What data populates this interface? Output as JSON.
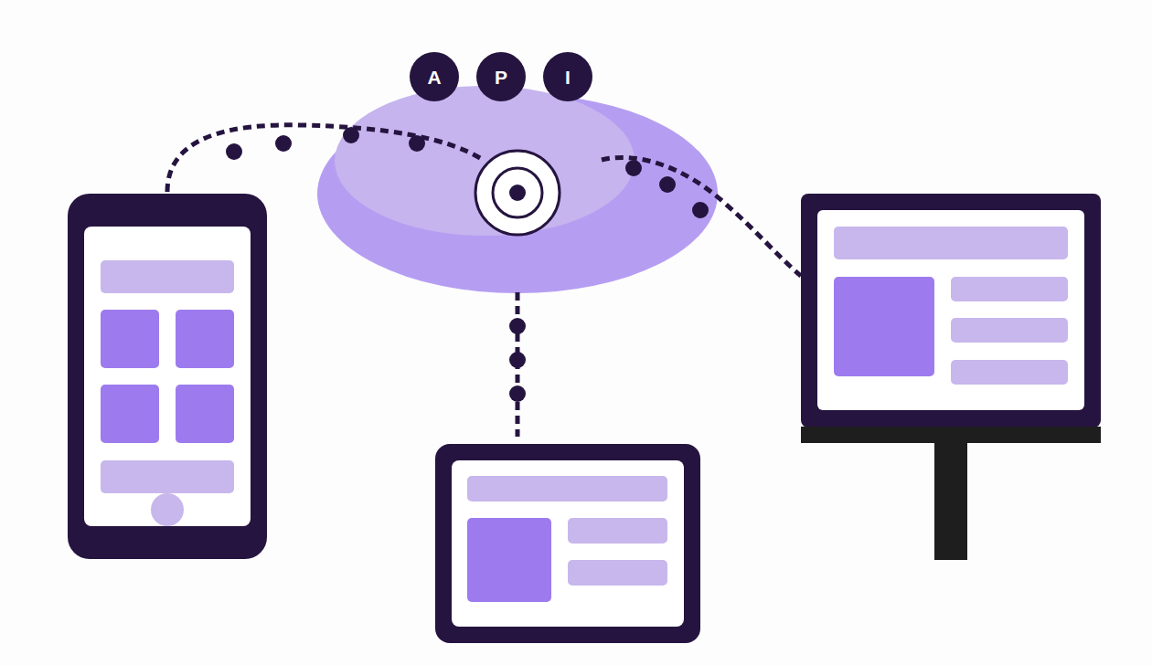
{
  "diagram": {
    "nodes": [
      {
        "text": [
          "A"
        ]
      },
      {
        "text": [
          "P"
        ]
      },
      {
        "text": [
          "I"
        ]
      }
    ]
  }
}
